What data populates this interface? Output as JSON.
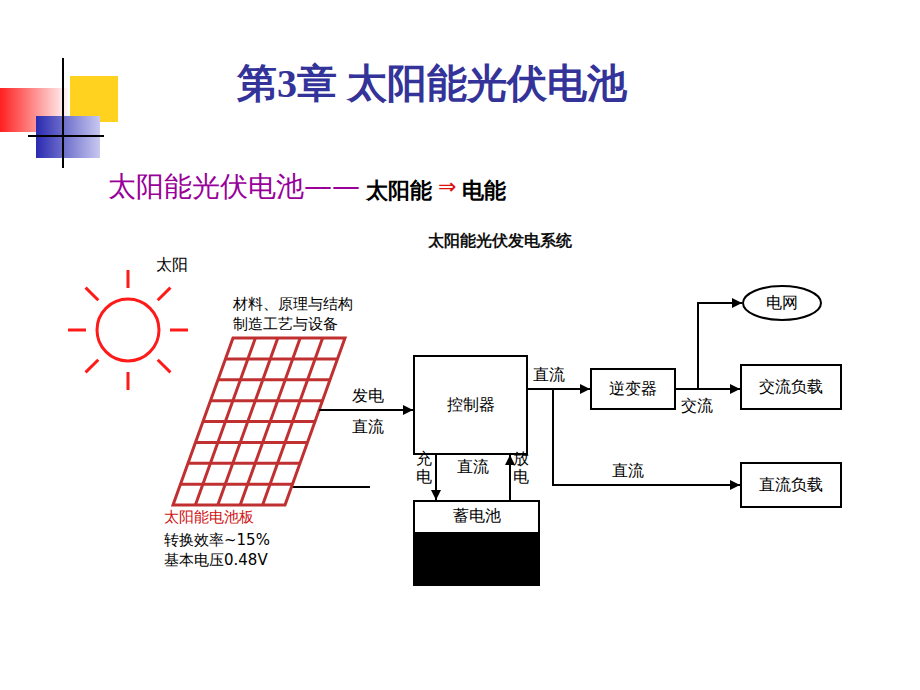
{
  "diagram": {
    "title": "第3章 太阳能光伏电池",
    "nodes": [
      {
        "text": [
          "太阳能电池板"
        ]
      },
      {
        "text": [
          "控制器"
        ]
      },
      {
        "text": [
          "蓄电池"
        ]
      },
      {
        "text": [
          "电网"
        ]
      },
      {
        "text": [
          "逆变器"
        ]
      },
      {
        "text": [
          "交流负载"
        ]
      },
      {
        "text": [
          "直流负载"
        ]
      }
    ],
    "edges": [
      {
        "from": 0,
        "to": 1,
        "label": "发电",
        "arrow": "to"
      },
      {
        "from": 1,
        "to": 2,
        "label": "充电",
        "arrow": "to"
      },
      {
        "from": 2,
        "to": 1,
        "label": "放电",
        "arrow": "to"
      },
      {
        "from": 1,
        "to": 4,
        "label": "直流",
        "arrow": "to"
      },
      {
        "from": 4,
        "to": 5,
        "label": "交流",
        "arrow": "to"
      },
      {
        "from": 4,
        "to": 3,
        "arrow": "to"
      },
      {
        "from": 1,
        "to": 6,
        "label": "直流",
        "arrow": "to"
      }
    ],
    "labels": [
      "太阳能光伏电池——",
      "太阳能",
      "⇒",
      "电能",
      "太阳能光伏发电系统",
      "太阳",
      "材料、原理与结构",
      "制造工艺与设备",
      "转换效率~15%",
      "基本电压0.48V",
      "直流",
      "直流"
    ]
  }
}
